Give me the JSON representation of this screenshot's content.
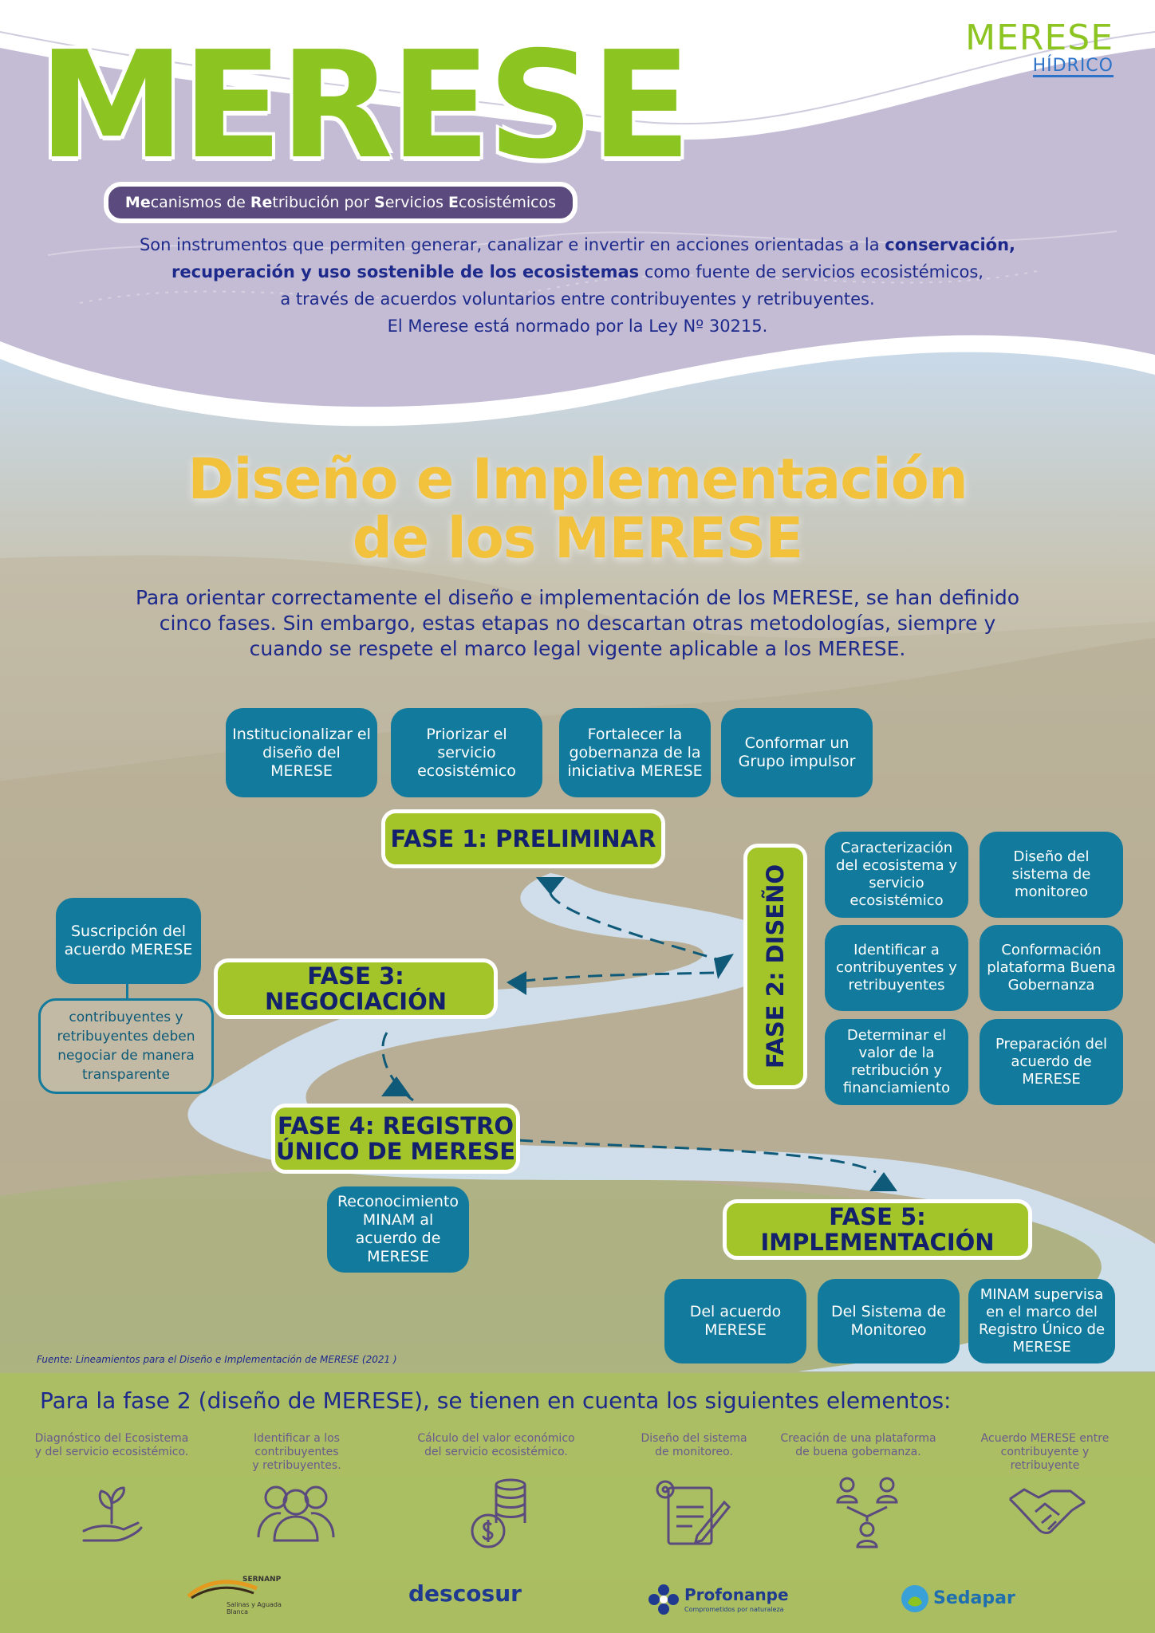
{
  "header": {
    "title": "MERESE",
    "subtitle_parts": [
      {
        "t": "Me",
        "b": true
      },
      {
        "t": "canismos de ",
        "b": false
      },
      {
        "t": "Re",
        "b": true
      },
      {
        "t": "tribución por ",
        "b": false
      },
      {
        "t": "S",
        "b": true
      },
      {
        "t": "ervicios ",
        "b": false
      },
      {
        "t": "E",
        "b": true
      },
      {
        "t": "cosistémicos",
        "b": false
      }
    ],
    "intro_line1_a": "Son instrumentos que permiten generar, canalizar e invertir en acciones orientadas a la ",
    "intro_line1_b": "conservación,",
    "intro_line2_a": "recuperación y uso sostenible de los ecosistemas",
    "intro_line2_b": " como fuente de servicios ecosistémicos,",
    "intro_line3": "a través de acuerdos voluntarios entre contribuyentes y retribuyentes.",
    "intro_line4": "El Merese está normado por la Ley Nº 30215.",
    "logo_main": "MERESE",
    "logo_sub": "HÍDRICO"
  },
  "section": {
    "title_line1": "Diseño e Implementación",
    "title_line2": "de los MERESE",
    "desc_line1": "Para orientar correctamente el diseño e implementación de los MERESE, se han definido",
    "desc_line2": "cinco fases. Sin embargo, estas etapas no descartan otras metodologías, siempre y",
    "desc_line3": "cuando se respete el marco legal vigente aplicable a los MERESE."
  },
  "fase1": {
    "label": "FASE 1: PRELIMINAR",
    "items": [
      "Institucionalizar el diseño del MERESE",
      "Priorizar el servicio ecosistémico",
      "Fortalecer la gobernanza de la iniciativa MERESE",
      "Conformar un Grupo impulsor"
    ]
  },
  "fase2": {
    "label": "FASE 2: DISEÑO",
    "items": [
      "Caracterización del ecosistema y servicio ecosistémico",
      "Diseño del sistema de monitoreo",
      "Identificar a contribuyentes y retribuyentes",
      "Conformación plataforma Buena Gobernanza",
      "Determinar el valor de la retribución y financiamiento",
      "Preparación del acuerdo de MERESE"
    ]
  },
  "fase3": {
    "label": "FASE 3: NEGOCIACIÓN",
    "box": "Suscripción del acuerdo MERESE",
    "note": "contribuyentes y retribuyentes deben negociar de manera transparente"
  },
  "fase4": {
    "label_line1": "FASE 4: REGISTRO",
    "label_line2": "ÚNICO DE MERESE",
    "box": "Reconocimiento MINAM al acuerdo de MERESE"
  },
  "fase5": {
    "label": "FASE 5: IMPLEMENTACIÓN",
    "items": [
      "Del acuerdo MERESE",
      "Del Sistema de Monitoreo",
      "MINAM supervisa en el marco del Registro Único de MERESE"
    ]
  },
  "source": "Fuente: Lineamientos para el Diseño e Implementación de MERESE (2021 )",
  "bottom": {
    "title": "Para la fase 2 (diseño de MERESE), se tienen en cuenta los siguientes elementos:",
    "elements": [
      {
        "line1": "Diagnóstico del Ecosistema",
        "line2": "y del servicio ecosistémico.",
        "icon": "plant-hand-icon"
      },
      {
        "line1": "Identificar a los contribuyentes",
        "line2": "y retribuyentes.",
        "icon": "people-group-icon"
      },
      {
        "line1": "Cálculo del valor económico",
        "line2": "del servicio ecosistémico.",
        "icon": "coins-icon"
      },
      {
        "line1": "Diseño del sistema",
        "line2": "de monitoreo.",
        "icon": "document-gear-icon"
      },
      {
        "line1": "Creación de una plataforma",
        "line2": "de buena gobernanza.",
        "icon": "network-people-icon"
      },
      {
        "line1": "Acuerdo MERESE entre",
        "line2": "contribuyente y retribuyente",
        "icon": "handshake-icon"
      }
    ],
    "sponsors": {
      "sernanp_top": "SERNANP",
      "sernanp_sub": "Salinas y Aguada Blanca",
      "descosur": "descosur",
      "profonanpe": "Profonanpe",
      "profonanpe_sub": "Comprometidos por naturaleza",
      "sedapar": "Sedapar"
    }
  },
  "colors": {
    "green": "#8cc422",
    "teal": "#127a9c",
    "navy": "#1d2a8c",
    "purple": "#5a4a7e",
    "yellow": "#f2c23c"
  }
}
